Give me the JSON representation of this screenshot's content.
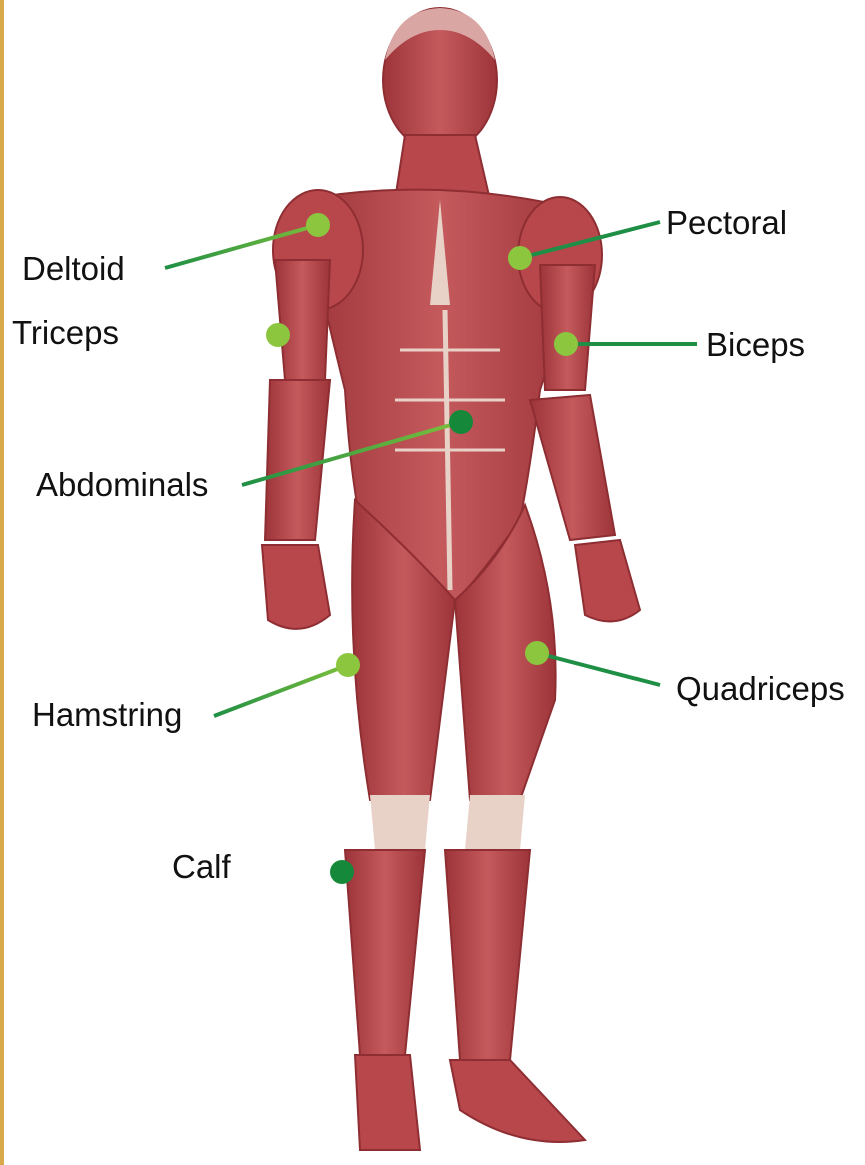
{
  "labels": {
    "deltoid": "Deltoid",
    "triceps": "Triceps",
    "abdominals": "Abdominals",
    "hamstring": "Hamstring",
    "calf": "Calf",
    "pectoral": "Pectoral",
    "biceps": "Biceps",
    "quadriceps": "Quadriceps"
  },
  "colors": {
    "frame_edge": "#d8a94a",
    "muscle": "#b8474c",
    "muscle_dark": "#8e2e33",
    "tendon": "#e8d2c8",
    "pointer_line": "#1f8f45",
    "marker_light": "#8cc63f",
    "marker_dark": "#15883a"
  }
}
